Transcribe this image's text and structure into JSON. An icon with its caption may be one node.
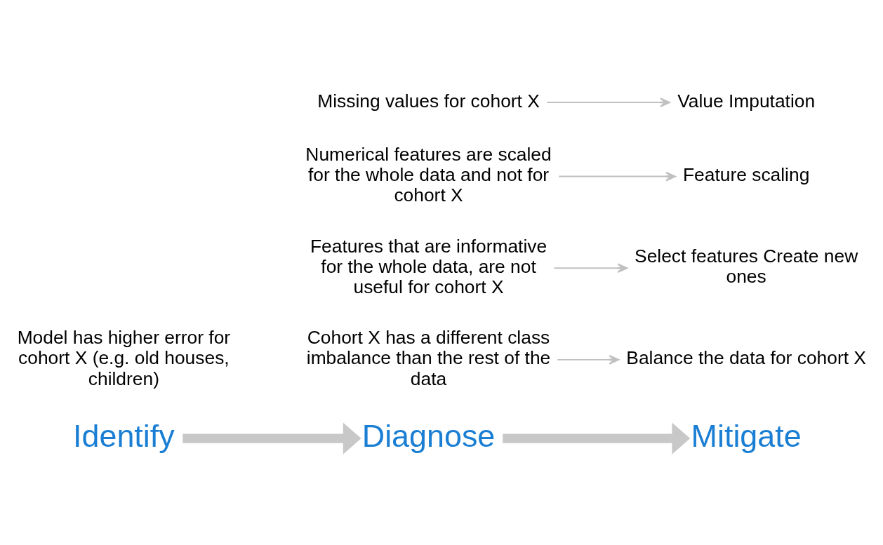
{
  "diagram": {
    "nodes": [
      {
        "text": [
          "Identify"
        ]
      },
      {
        "text": [
          "Diagnose"
        ]
      },
      {
        "text": [
          "Mitigate"
        ]
      },
      {
        "text": [
          "Cohort X has a different class imbalance than the rest of the data"
        ]
      },
      {
        "text": [
          "Features that are informative for the whole data, are not useful for cohort X"
        ]
      },
      {
        "text": [
          "Numerical features are scaled for the whole data and not for cohort X"
        ]
      },
      {
        "text": [
          "Missing values for cohort X"
        ]
      },
      {
        "text": [
          "Balance the data for cohort X"
        ]
      },
      {
        "text": [
          "Select features Create new ones"
        ]
      },
      {
        "text": [
          "Feature scaling"
        ]
      },
      {
        "text": [
          "Value Imputation"
        ]
      }
    ],
    "edges": [
      {
        "from": 0,
        "to": 1,
        "arrow": "to",
        "style": "thick"
      },
      {
        "from": 1,
        "to": 2,
        "arrow": "to",
        "style": "thick"
      },
      {
        "from": 3,
        "to": 7,
        "arrow": "to"
      },
      {
        "from": 4,
        "to": 8,
        "arrow": "to"
      },
      {
        "from": 5,
        "to": 9,
        "arrow": "to"
      },
      {
        "from": 6,
        "to": 10,
        "arrow": "to"
      }
    ],
    "labels": [
      "Model has higher error for cohort X (e.g. old houses, children)"
    ]
  }
}
